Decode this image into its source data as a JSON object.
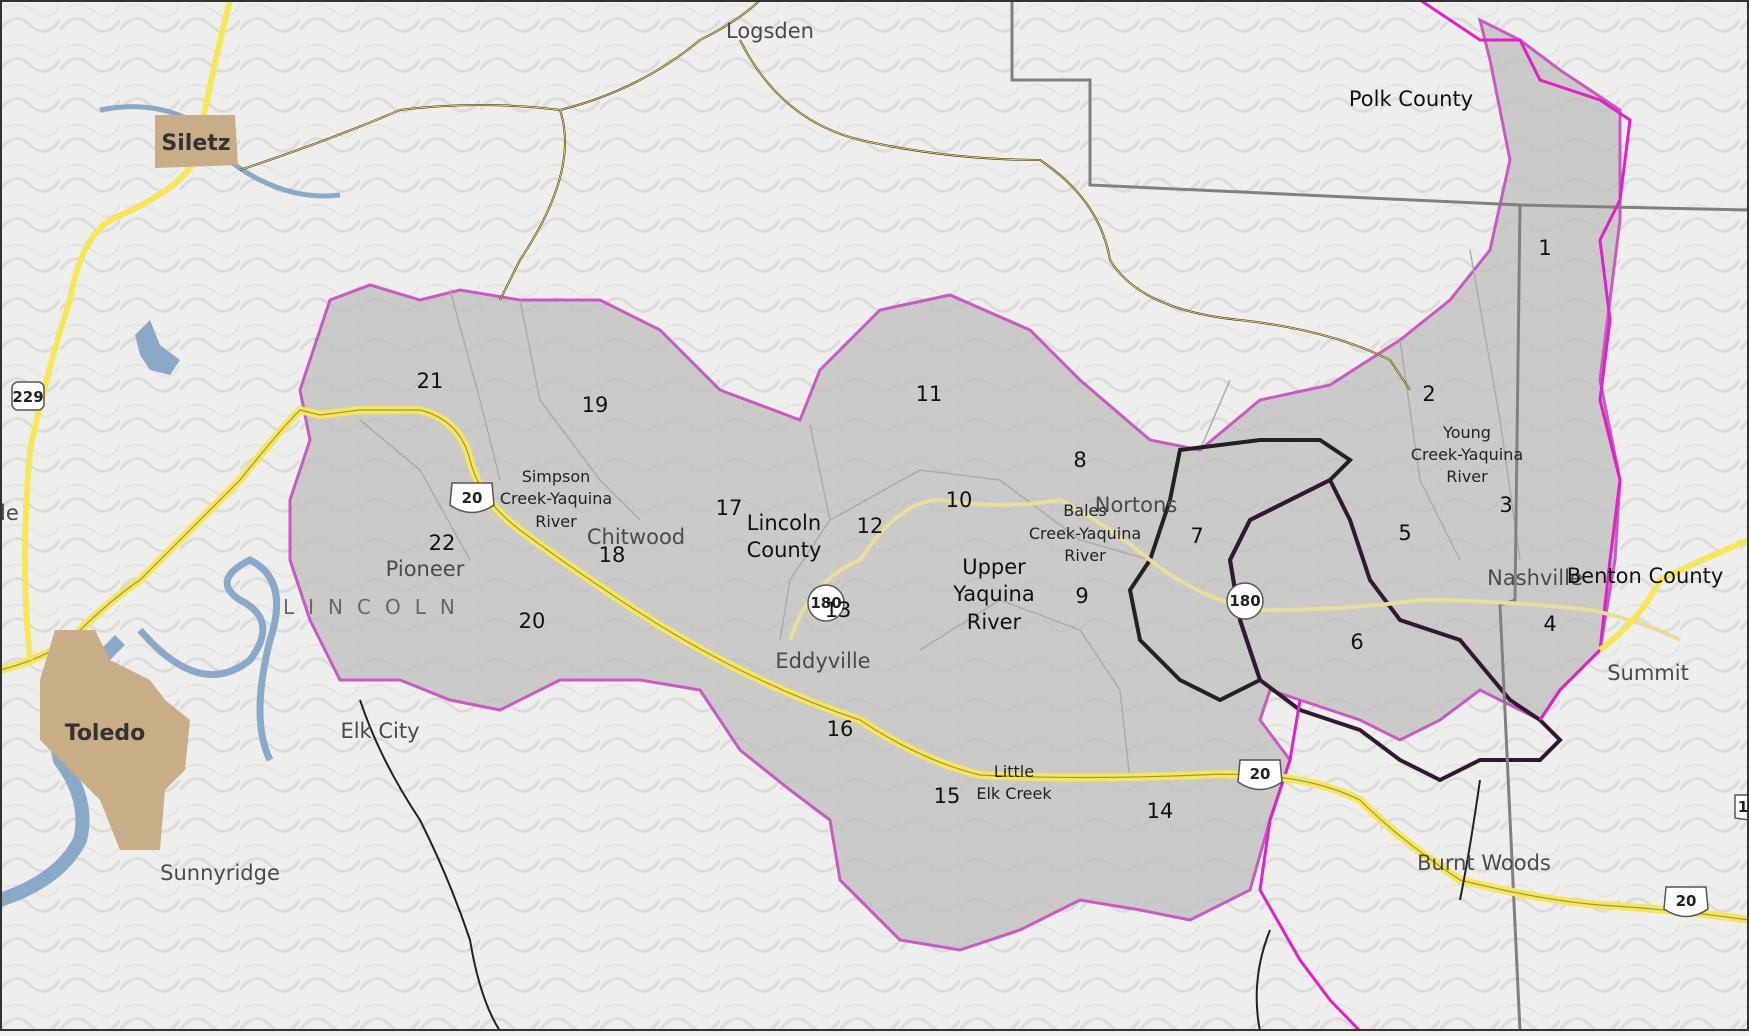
{
  "map": {
    "places": [
      "Logsden",
      "Chitwood",
      "Pioneer",
      "Eddyville",
      "Elk City",
      "Sunnyridge",
      "Nortons",
      "Nashville",
      "Summit",
      "Burnt Woods",
      "le"
    ],
    "towns": [
      "Siletz",
      "Toledo"
    ],
    "counties": [
      "Polk County",
      "Lincoln County",
      "Benton County"
    ],
    "county_label_lincoln_vertical": [
      "Lincoln",
      "County"
    ],
    "lincoln_spaced": "LINCOLN",
    "subwatersheds": [
      "1",
      "2",
      "3",
      "4",
      "5",
      "6",
      "7",
      "8",
      "9",
      "10",
      "11",
      "12",
      "13",
      "14",
      "15",
      "16",
      "17",
      "18",
      "19",
      "20",
      "21",
      "22"
    ],
    "subwatershed_names": {
      "young": [
        "Young",
        "Creek-Yaquina",
        "River"
      ],
      "simpson": [
        "Simpson",
        "Creek-Yaquina",
        "River"
      ],
      "bales": [
        "Bales",
        "Creek-Yaquina",
        "River"
      ],
      "upper": [
        "Upper",
        "Yaquina",
        "River"
      ],
      "little_elk": [
        "Little",
        "Elk Creek"
      ]
    },
    "highway_shields": [
      "229",
      "20",
      "180",
      "180",
      "20",
      "20",
      "1"
    ],
    "colors": {
      "watershed_fill": "#bdbdbd",
      "watershed_boundary": "#c85ac2",
      "county_line": "#808080",
      "highway": "#f5e65a",
      "water": "#8aa9c8",
      "town_fill": "#c8ae86",
      "focus_outline": "#222222"
    }
  }
}
